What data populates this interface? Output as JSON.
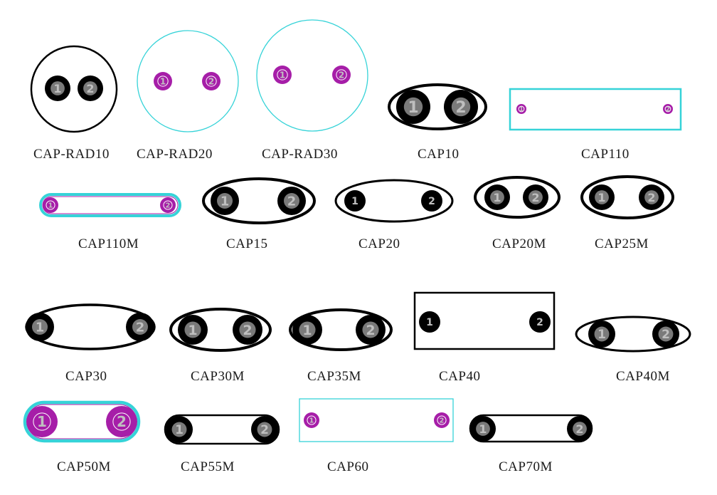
{
  "colors": {
    "black": "#000000",
    "cyan": "#36d3d8",
    "magenta": "#a61ea8",
    "grey_digit": "#bfbfbf",
    "pad_inner": "#7a7a7a"
  },
  "pad_numbers": [
    "1",
    "2"
  ],
  "footprints": [
    {
      "id": "cap-rad10",
      "label": "CAP-RAD10",
      "outline": "circle",
      "outline_color": "black",
      "pad_style": "black"
    },
    {
      "id": "cap-rad20",
      "label": "CAP-RAD20",
      "outline": "circle",
      "outline_color": "cyan",
      "pad_style": "magenta"
    },
    {
      "id": "cap-rad30",
      "label": "CAP-RAD30",
      "outline": "circle",
      "outline_color": "cyan",
      "pad_style": "magenta"
    },
    {
      "id": "cap10",
      "label": "CAP10",
      "outline": "ellipse",
      "outline_color": "black",
      "pad_style": "black"
    },
    {
      "id": "cap110",
      "label": "CAP110",
      "outline": "rectangle",
      "outline_color": "cyan",
      "pad_style": "magenta"
    },
    {
      "id": "cap110m",
      "label": "CAP110M",
      "outline": "capsule",
      "outline_color": "cyan",
      "pad_style": "magenta"
    },
    {
      "id": "cap15",
      "label": "CAP15",
      "outline": "ellipse",
      "outline_color": "black",
      "pad_style": "black"
    },
    {
      "id": "cap20",
      "label": "CAP20",
      "outline": "ellipse",
      "outline_color": "black",
      "pad_style": "black"
    },
    {
      "id": "cap20m",
      "label": "CAP20M",
      "outline": "ellipse",
      "outline_color": "black",
      "pad_style": "black"
    },
    {
      "id": "cap25m",
      "label": "CAP25M",
      "outline": "ellipse",
      "outline_color": "black",
      "pad_style": "black"
    },
    {
      "id": "cap30",
      "label": "CAP30",
      "outline": "ellipse",
      "outline_color": "black",
      "pad_style": "black"
    },
    {
      "id": "cap30m",
      "label": "CAP30M",
      "outline": "ellipse",
      "outline_color": "black",
      "pad_style": "black"
    },
    {
      "id": "cap35m",
      "label": "CAP35M",
      "outline": "ellipse",
      "outline_color": "black",
      "pad_style": "black"
    },
    {
      "id": "cap40",
      "label": "CAP40",
      "outline": "rectangle",
      "outline_color": "black",
      "pad_style": "black"
    },
    {
      "id": "cap40m",
      "label": "CAP40M",
      "outline": "ellipse",
      "outline_color": "black",
      "pad_style": "black"
    },
    {
      "id": "cap50m",
      "label": "CAP50M",
      "outline": "capsule",
      "outline_color": "cyan",
      "pad_style": "magenta"
    },
    {
      "id": "cap55m",
      "label": "CAP55M",
      "outline": "capsule",
      "outline_color": "black",
      "pad_style": "black"
    },
    {
      "id": "cap60",
      "label": "CAP60",
      "outline": "rectangle",
      "outline_color": "cyan",
      "pad_style": "magenta"
    },
    {
      "id": "cap70m",
      "label": "CAP70M",
      "outline": "capsule",
      "outline_color": "black",
      "pad_style": "black"
    }
  ]
}
